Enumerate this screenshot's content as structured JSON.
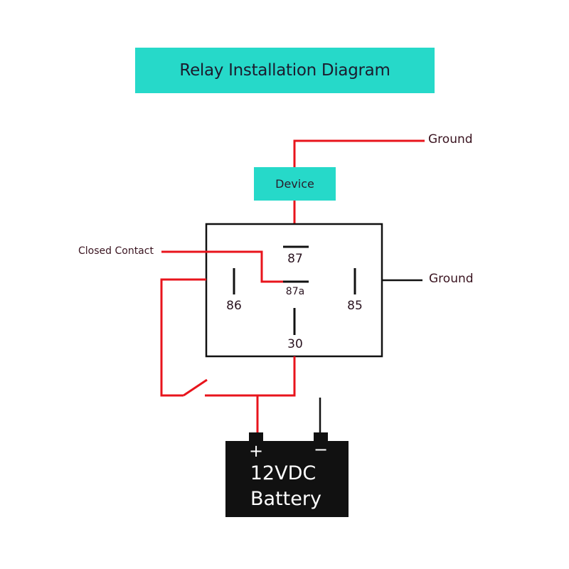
{
  "title": "Relay Installation Diagram",
  "device": {
    "label": "Device"
  },
  "labels": {
    "ground_top": "Ground",
    "ground_right": "Ground",
    "closed_contact": "Closed Contact"
  },
  "relay": {
    "pins": {
      "p87": "87",
      "p87a": "87a",
      "p86": "86",
      "p85": "85",
      "p30": "30"
    }
  },
  "battery": {
    "plus": "+",
    "minus": "−",
    "voltage": "12VDC",
    "name": "Battery"
  },
  "colors": {
    "accent": "#26d9c9",
    "wire_red": "#e8141c",
    "wire_black": "#111111"
  }
}
